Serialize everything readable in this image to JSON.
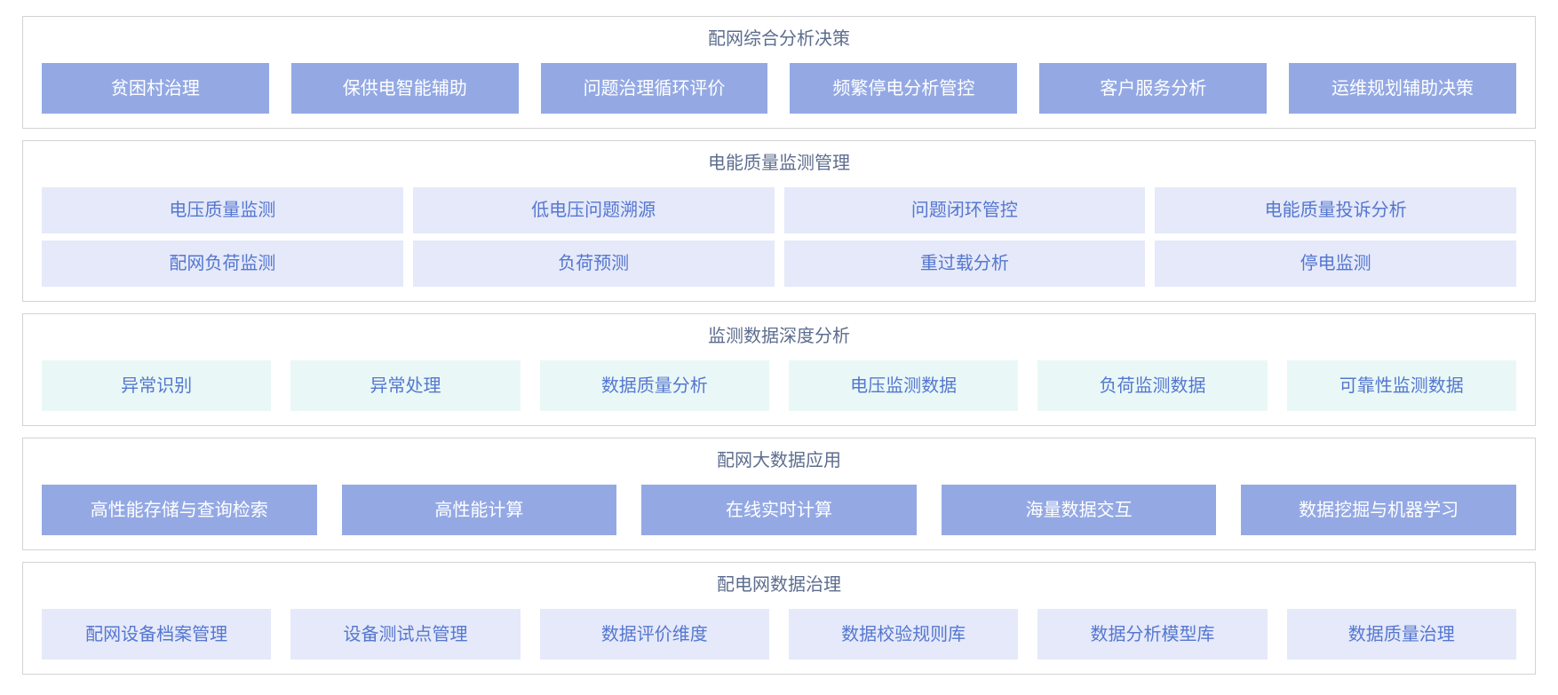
{
  "colors": {
    "page_bg": "#ffffff",
    "panel_border": "#d3d3d3",
    "title_text": "#5d6d8e",
    "solid_bg": "#94a9e4",
    "solid_text": "#ffffff",
    "lavender_bg": "#e5e9f9",
    "mint_bg": "#e9f8f6",
    "tile_text_blue": "#5577d0"
  },
  "sections": [
    {
      "id": "comprehensive-analysis",
      "style": "solid",
      "title": "配网综合分析决策",
      "rows": [
        [
          "贫困村治理",
          "保供电智能辅助",
          "问题治理循环评价",
          "频繁停电分析管控",
          "客户服务分析",
          "运维规划辅助决策"
        ]
      ]
    },
    {
      "id": "power-quality-monitoring",
      "style": "lavender",
      "title": "电能质量监测管理",
      "rows": [
        [
          "电压质量监测",
          "低电压问题溯源",
          "问题闭环管控",
          "电能质量投诉分析"
        ],
        [
          "配网负荷监测",
          "负荷预测",
          "重过载分析",
          "停电监测"
        ]
      ]
    },
    {
      "id": "monitoring-data-analysis",
      "style": "mint",
      "title": "监测数据深度分析",
      "rows": [
        [
          "异常识别",
          "异常处理",
          "数据质量分析",
          "电压监测数据",
          "负荷监测数据",
          "可靠性监测数据"
        ]
      ]
    },
    {
      "id": "big-data-application",
      "style": "solid",
      "title": "配网大数据应用",
      "rows": [
        [
          "高性能存储与查询检索",
          "高性能计算",
          "在线实时计算",
          "海量数据交互",
          "数据挖掘与机器学习"
        ]
      ]
    },
    {
      "id": "data-governance",
      "style": "lavender",
      "title": "配电网数据治理",
      "rows": [
        [
          "配网设备档案管理",
          "设备测试点管理",
          "数据评价维度",
          "数据校验规则库",
          "数据分析模型库",
          "数据质量治理"
        ]
      ]
    }
  ]
}
